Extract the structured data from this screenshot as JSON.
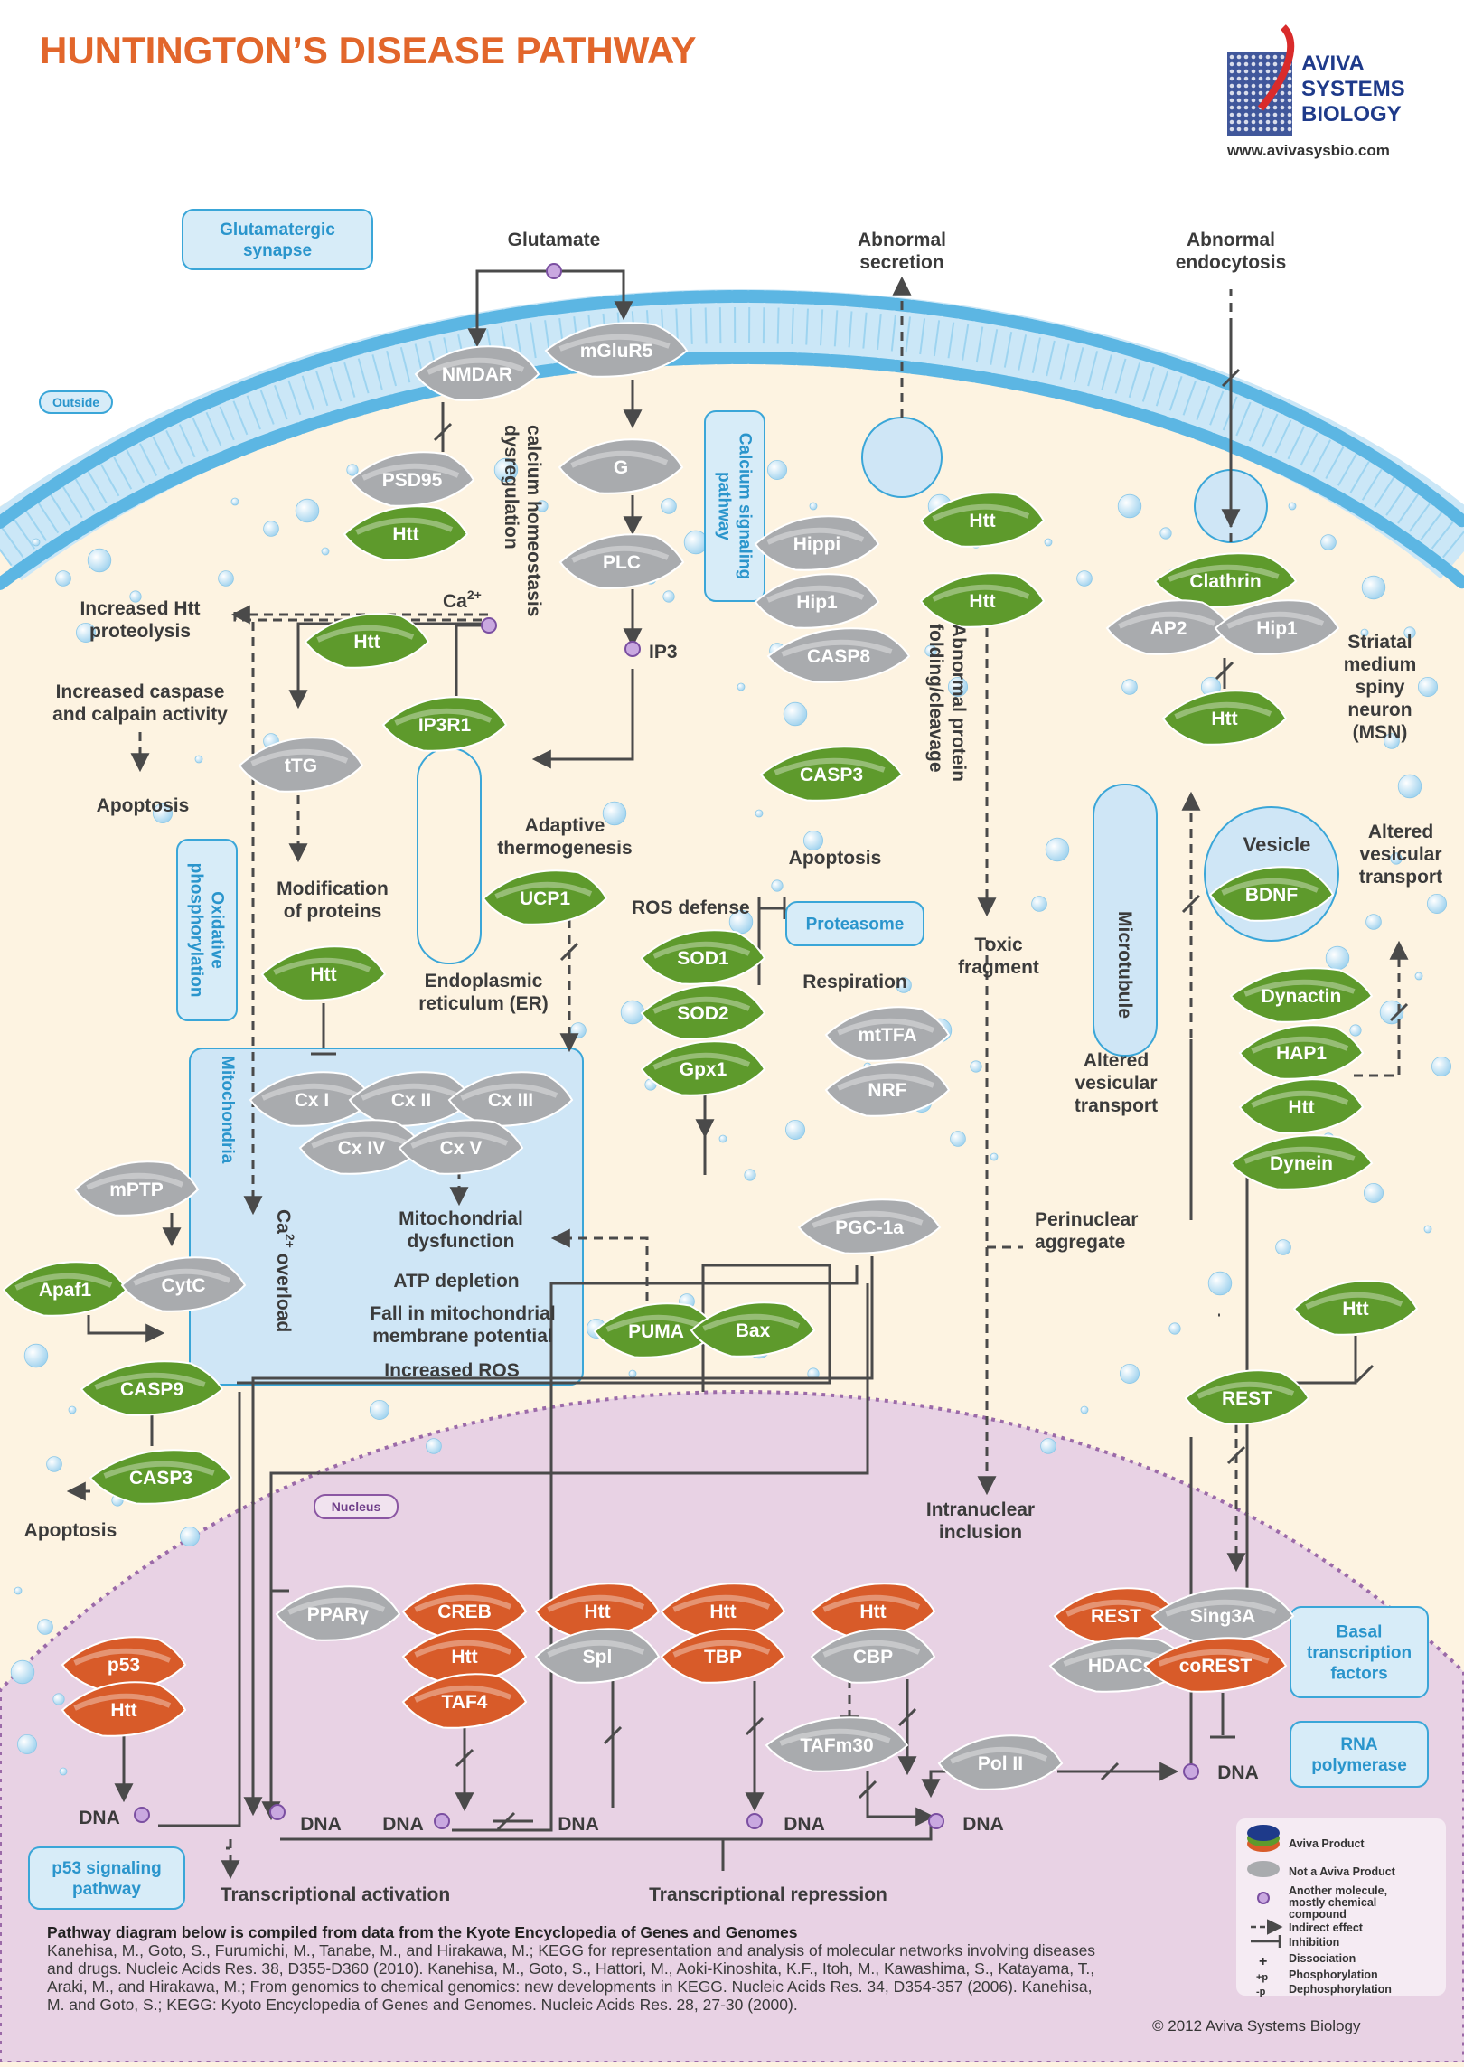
{
  "title": "HUNTINGTON’S DISEASE PATHWAY",
  "brand": {
    "line1": "AVIVA",
    "line2": "SYSTEMS",
    "line3": "BIOLOGY",
    "url": "www.avivasysbio.com"
  },
  "colors": {
    "green": "#5e9a2c",
    "grey": "#a9abae",
    "red": "#d85b29",
    "blue_box": "#cfe6f6",
    "box_border": "#3aa6d8",
    "nucleus": "#e6cde0",
    "title": "#e2662b",
    "text": "#3b3b3b"
  },
  "boxes": {
    "glutamatergic": "Glutamatergic synapse",
    "outside": "Outside",
    "calcium_signaling": "Calcium signaling pathway",
    "oxphos": "Oxidative phosphorylation",
    "mitochondria": "Mitochondria",
    "proteasome": "Proteasome",
    "nucleus": "Nucleus",
    "basal_tf": "Basal transcription factors",
    "rna_pol": "RNA polymerase",
    "p53_pathway": "p53 signaling pathway",
    "microtubule": "Microtubule",
    "vesicle": "Vesicle"
  },
  "labels": {
    "glutamate": "Glutamate",
    "abnormal_secretion": "Abnormal secretion",
    "abnormal_endocytosis": "Abnormal endocytosis",
    "ca_homeostasis": "calcium homeostasis dysregulation",
    "ca2": "Ca",
    "ca2_sup": "2+",
    "increased_htt": "Increased Htt proteolysis",
    "increased_caspase": "Increased caspase and calpain activity",
    "apoptosis": "Apoptosis",
    "ip3": "IP3",
    "modification": "Modification of proteins",
    "er": "Endoplasmic reticulum (ER)",
    "adaptive": "Adaptive thermogenesis",
    "ros_defense": "ROS defense",
    "respiration": "Respiration",
    "abnormal_folding": "Abnormal protein folding/cleavage",
    "toxic_fragment": "Toxic fragment",
    "msn": "Striatal medium spiny neuron (MSN)",
    "altered_transport": "Altered vesicular transport",
    "ca_overload": "Ca",
    "ca_overload_tail": "overload",
    "mito_dysfunction": "Mitochondrial dysfunction",
    "atp": "ATP depletion",
    "fall_membrane": "Fall in mitochondrial membrane potential",
    "increased_ros": "Increased ROS",
    "perinuclear": "Perinuclear aggregate",
    "intranuclear": "Intranuclear inclusion",
    "dna": "DNA",
    "tx_activation": "Transcriptional activation",
    "tx_repression": "Transcriptional repression"
  },
  "nodes": [
    {
      "id": "NMDAR",
      "label": "NMDAR",
      "kind": "grey"
    },
    {
      "id": "mGluR5",
      "label": "mGluR5",
      "kind": "grey"
    },
    {
      "id": "PSD95",
      "label": "PSD95",
      "kind": "grey"
    },
    {
      "id": "Htt1",
      "label": "Htt",
      "kind": "green"
    },
    {
      "id": "G",
      "label": "G",
      "kind": "grey"
    },
    {
      "id": "PLC",
      "label": "PLC",
      "kind": "grey"
    },
    {
      "id": "Hippi",
      "label": "Hippi",
      "kind": "grey"
    },
    {
      "id": "Hip1a",
      "label": "Hip1",
      "kind": "grey"
    },
    {
      "id": "CASP8",
      "label": "CASP8",
      "kind": "grey"
    },
    {
      "id": "Htt2",
      "label": "Htt",
      "kind": "green"
    },
    {
      "id": "Htt3",
      "label": "Htt",
      "kind": "green"
    },
    {
      "id": "Clathrin",
      "label": "Clathrin",
      "kind": "green"
    },
    {
      "id": "AP2",
      "label": "AP2",
      "kind": "grey"
    },
    {
      "id": "Hip1b",
      "label": "Hip1",
      "kind": "grey"
    },
    {
      "id": "Htt4",
      "label": "Htt",
      "kind": "green"
    },
    {
      "id": "Htt5",
      "label": "Htt",
      "kind": "green"
    },
    {
      "id": "tTG",
      "label": "tTG",
      "kind": "grey"
    },
    {
      "id": "IP3R1",
      "label": "IP3R1",
      "kind": "green"
    },
    {
      "id": "CASP3a",
      "label": "CASP3",
      "kind": "green"
    },
    {
      "id": "UCP1",
      "label": "UCP1",
      "kind": "green"
    },
    {
      "id": "SOD1",
      "label": "SOD1",
      "kind": "green"
    },
    {
      "id": "SOD2",
      "label": "SOD2",
      "kind": "green"
    },
    {
      "id": "Gpx1",
      "label": "Gpx1",
      "kind": "green"
    },
    {
      "id": "mtTFA",
      "label": "mtTFA",
      "kind": "grey"
    },
    {
      "id": "NRF",
      "label": "NRF",
      "kind": "grey"
    },
    {
      "id": "BDNF",
      "label": "BDNF",
      "kind": "green"
    },
    {
      "id": "Dynactin",
      "label": "Dynactin",
      "kind": "green"
    },
    {
      "id": "HAP1",
      "label": "HAP1",
      "kind": "green"
    },
    {
      "id": "Htt6",
      "label": "Htt",
      "kind": "green"
    },
    {
      "id": "Dynein",
      "label": "Dynein",
      "kind": "green"
    },
    {
      "id": "Htt7",
      "label": "Htt",
      "kind": "green"
    },
    {
      "id": "CxI",
      "label": "Cx I",
      "kind": "grey"
    },
    {
      "id": "CxII",
      "label": "Cx II",
      "kind": "grey"
    },
    {
      "id": "CxIII",
      "label": "Cx III",
      "kind": "grey"
    },
    {
      "id": "CxIV",
      "label": "Cx IV",
      "kind": "grey"
    },
    {
      "id": "CxV",
      "label": "Cx V",
      "kind": "grey"
    },
    {
      "id": "mPTP",
      "label": "mPTP",
      "kind": "grey"
    },
    {
      "id": "Apaf1",
      "label": "Apaf1",
      "kind": "green"
    },
    {
      "id": "CytC",
      "label": "CytC",
      "kind": "grey"
    },
    {
      "id": "CASP9",
      "label": "CASP9",
      "kind": "green"
    },
    {
      "id": "CASP3b",
      "label": "CASP3",
      "kind": "green"
    },
    {
      "id": "PGC1a",
      "label": "PGC-1a",
      "kind": "grey"
    },
    {
      "id": "PUMA",
      "label": "PUMA",
      "kind": "green"
    },
    {
      "id": "Bax",
      "label": "Bax",
      "kind": "green"
    },
    {
      "id": "Htt8",
      "label": "Htt",
      "kind": "green"
    },
    {
      "id": "REST1",
      "label": "REST",
      "kind": "green"
    },
    {
      "id": "PPARg",
      "label": "PPARγ",
      "kind": "grey"
    },
    {
      "id": "CREB",
      "label": "CREB",
      "kind": "red"
    },
    {
      "id": "Htt9",
      "label": "Htt",
      "kind": "red"
    },
    {
      "id": "TAF4",
      "label": "TAF4",
      "kind": "red"
    },
    {
      "id": "Htt10",
      "label": "Htt",
      "kind": "red"
    },
    {
      "id": "Spl",
      "label": "Spl",
      "kind": "grey"
    },
    {
      "id": "Htt11",
      "label": "Htt",
      "kind": "red"
    },
    {
      "id": "TBP",
      "label": "TBP",
      "kind": "red"
    },
    {
      "id": "Htt12",
      "label": "Htt",
      "kind": "red"
    },
    {
      "id": "CBP",
      "label": "CBP",
      "kind": "grey"
    },
    {
      "id": "TAFm30",
      "label": "TAFm30",
      "kind": "grey"
    },
    {
      "id": "PolII",
      "label": "Pol II",
      "kind": "grey"
    },
    {
      "id": "p53",
      "label": "p53",
      "kind": "red"
    },
    {
      "id": "Htt13",
      "label": "Htt",
      "kind": "red"
    },
    {
      "id": "REST2",
      "label": "REST",
      "kind": "red"
    },
    {
      "id": "Sing3A",
      "label": "Sing3A",
      "kind": "grey"
    },
    {
      "id": "HDACs",
      "label": "HDACs",
      "kind": "grey"
    },
    {
      "id": "coREST",
      "label": "coREST",
      "kind": "red"
    }
  ],
  "legend": {
    "aviva": "Aviva Product",
    "not_aviva": "Not a Aviva Product",
    "compound": "Another molecule, mostly chemical compound",
    "indirect": "Indirect effect",
    "inhibition": "Inhibition",
    "dissociation": "Dissociation",
    "phos": "Phosphorylation",
    "dephos": "Dephosphorylation",
    "plus_p": "+p",
    "minus_p": "-p",
    "plus": "+"
  },
  "references": {
    "heading": "Pathway diagram below is compiled from data from the Kyote Encyclopedia of Genes and Genomes",
    "body": "Kanehisa, M., Goto, S., Furumichi, M., Tanabe, M., and Hirakawa, M.; KEGG for representation and analysis of molecular networks involving diseases and drugs. Nucleic Acids Res. 38, D355-D360 (2010). Kanehisa, M., Goto, S., Hattori, M., Aoki-Kinoshita, K.F., Itoh, M., Kawashima, S., Katayama, T., Araki, M., and Hirakawa, M.; From genomics to chemical genomics: new developments in KEGG. Nucleic Acids Res. 34, D354-357 (2006). Kanehisa, M. and Goto, S.; KEGG: Kyoto Encyclopedia of Genes and Genomes. Nucleic Acids Res. 28, 27-30 (2000)."
  },
  "copyright": "© 2012 Aviva Systems Biology"
}
